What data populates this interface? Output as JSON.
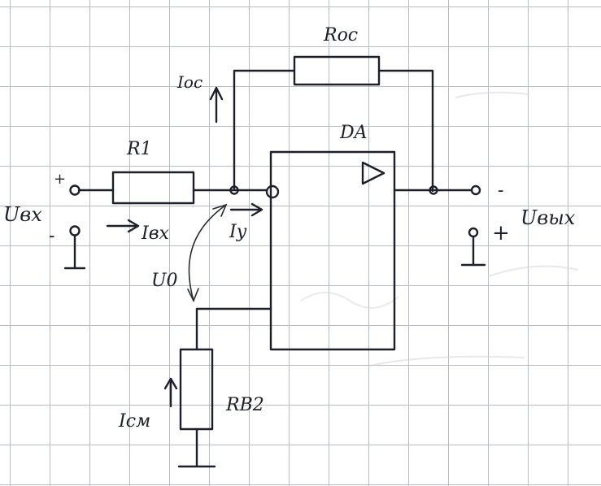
{
  "labels": {
    "roc": "Roc",
    "ioc": "Ioc",
    "da": "DA",
    "r1": "R1",
    "uin": "Uвх",
    "uin_plus": "+",
    "uin_minus": "-",
    "iin": "Iвх",
    "iy": "Iy",
    "u0": "U0",
    "uout": "Uвых",
    "uout_minus": "-",
    "uout_plus": "+",
    "icm": "Iсм",
    "rv2": "RВ2"
  },
  "ink_color": "#1d1f2a",
  "grid_color": "#b8bcc4",
  "paper_color": "#ffffff",
  "opamp_symbol": "triangle-icon"
}
